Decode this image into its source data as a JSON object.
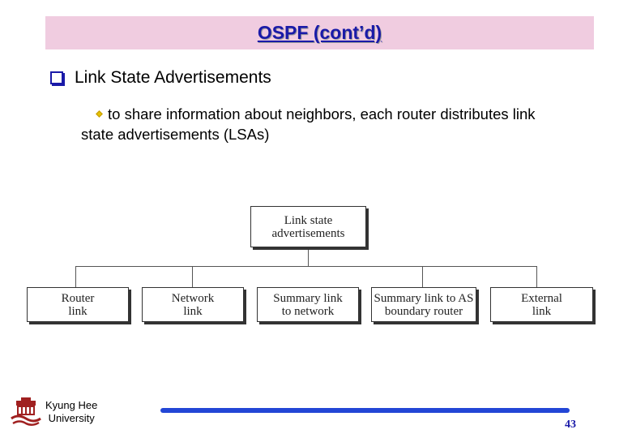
{
  "slide": {
    "title": "OSPF (cont’d)",
    "bullet_main": "Link State Advertisements",
    "bullet_sub": "to share information about neighbors, each router distributes link state advertisements (LSAs)"
  },
  "diagram": {
    "root": "Link state\nadvertisements",
    "children": [
      "Router\nlink",
      "Network\nlink",
      "Summary link\nto network",
      "Summary link to AS\nboundary router",
      "External\nlink"
    ]
  },
  "footer": {
    "university_line1": "Kyung Hee",
    "university_line2": "University",
    "page_number": "43"
  },
  "colors": {
    "title_bg": "#f0cce0",
    "title_text": "#1a1aa8",
    "footer_bar": "#2346d6",
    "logo": "#a02020"
  },
  "icons": {
    "bullet_main": "checkbox-icon",
    "bullet_sub": "diamond-icon",
    "logo": "university-seal-icon"
  }
}
